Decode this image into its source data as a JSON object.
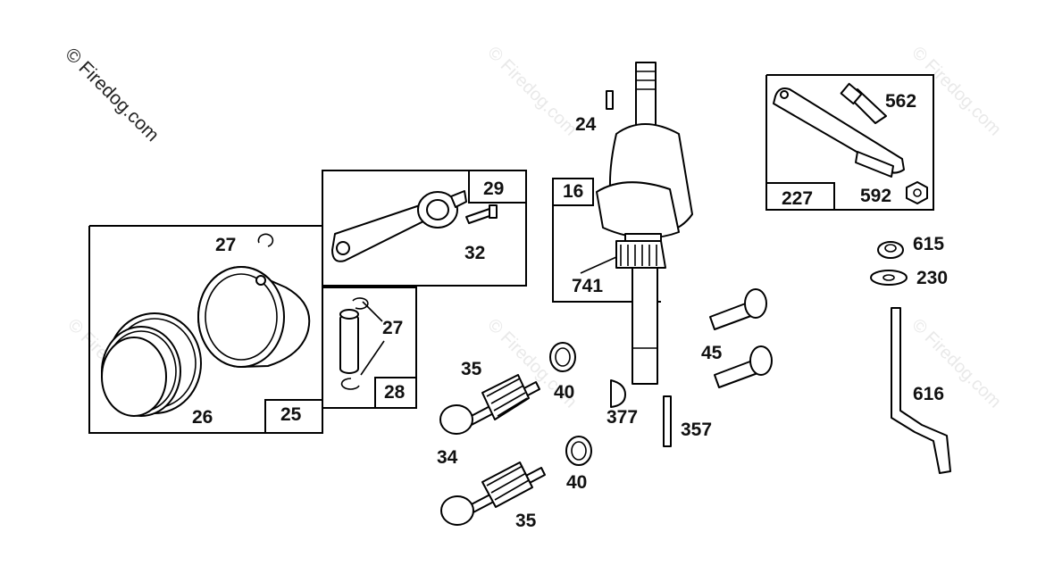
{
  "watermark": {
    "main": "© Firedog.com",
    "faint": "© Firedog.com"
  },
  "labels": {
    "p24": "24",
    "p16": "16",
    "p741": "741",
    "p29": "29",
    "p32": "32",
    "p27a": "27",
    "p27b": "27",
    "p25": "25",
    "p26": "26",
    "p28": "28",
    "p35a": "35",
    "p35b": "35",
    "p34": "34",
    "p40a": "40",
    "p40b": "40",
    "p377": "377",
    "p357": "357",
    "p45": "45",
    "p227": "227",
    "p562": "562",
    "p592": "592",
    "p615": "615",
    "p230": "230",
    "p616": "616"
  }
}
